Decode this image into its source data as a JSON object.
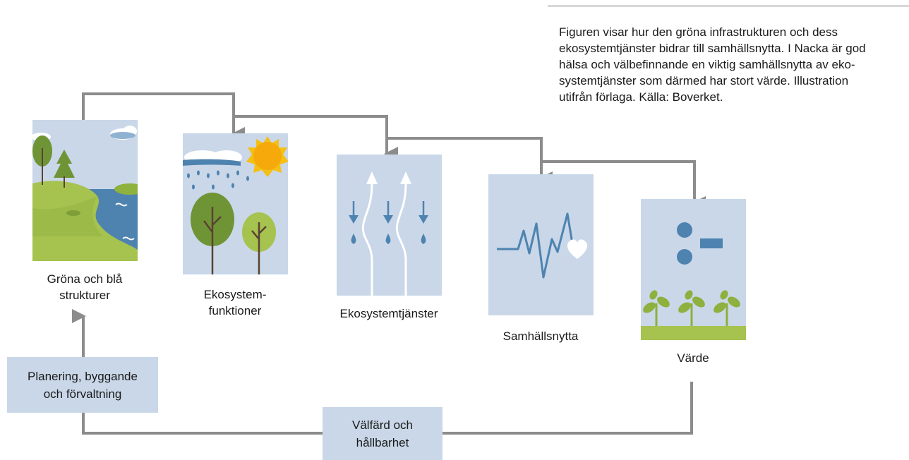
{
  "caption": "Figuren visar hur den gröna infrastrukturen och dess ekosystemtjänster bidrar till samhällsnytta. I Nacka är god hälsa och välbefinnande en viktig samhällsnytta av eko-systemtjänster som därmed har stort värde. Illustration utifrån förlaga. Källa: Boverket.",
  "caption_lines": [
    "Figuren visar hur den gröna infrastrukturen och dess",
    "ekosystemtjänster bidrar till samhällsnytta. I Nacka är god",
    "hälsa och välbefinnande en viktig samhällsnytta av eko-",
    "systemtjänster som därmed har stort värde. Illustration",
    "utifrån förlaga. Källa: Boverket."
  ],
  "steps": [
    {
      "id": "grona",
      "lines": [
        "Gröna och blå",
        "strukturer"
      ],
      "icon": "landscape-icon"
    },
    {
      "id": "funktioner",
      "lines": [
        "Ekosystem-",
        "funktioner"
      ],
      "icon": "weather-trees-icon"
    },
    {
      "id": "tjanster",
      "lines": [
        "Ekosystemtjänster"
      ],
      "icon": "water-flow-icon"
    },
    {
      "id": "samhallsnytta",
      "lines": [
        "Samhällsnytta"
      ],
      "icon": "heartbeat-icon"
    },
    {
      "id": "varde",
      "lines": [
        "Värde"
      ],
      "icon": "division-plants-icon"
    }
  ],
  "feedback_boxes": {
    "planering": [
      "Planering, byggande",
      "och förvaltning"
    ],
    "valfard": [
      "Välfärd och",
      "hållbarhet"
    ]
  },
  "colors": {
    "panel": "#c9d7e8",
    "arrow": "#8c8c8c",
    "water_blue": "#4e83b0",
    "grass_green": "#a6c24f",
    "tree_dark": "#6f9436",
    "sun": "#f5c014",
    "heart": "#ffffff"
  }
}
